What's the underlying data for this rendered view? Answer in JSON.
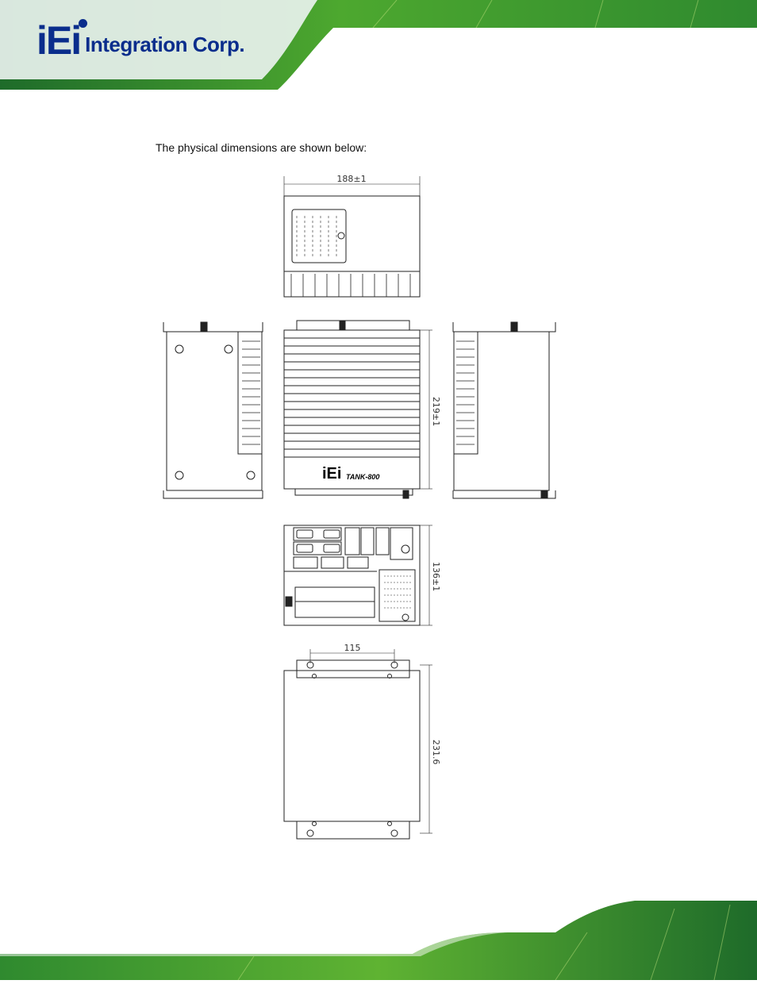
{
  "header": {
    "logo_mark": "iEi",
    "logo_name": "Integration Corp."
  },
  "body": {
    "intro": "The physical dimensions are shown below:"
  },
  "drawing": {
    "top_width": "188±1",
    "front_height": "219±1",
    "side_height": "136±1",
    "mount_spacing": "115",
    "bottom_length": "231.6",
    "model_logo": "iEi",
    "model_name": "TANK-800"
  },
  "colors": {
    "brand_green": "#5fb332",
    "brand_dark_green": "#1e6b2a",
    "logo_blue": "#0a2d8c"
  }
}
